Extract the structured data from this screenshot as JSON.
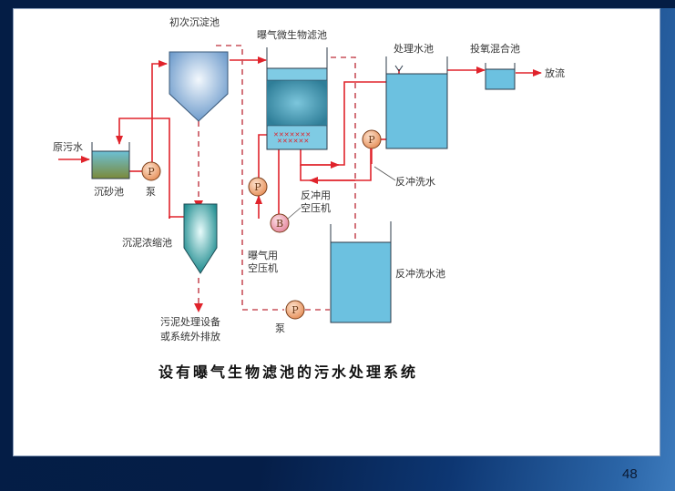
{
  "slide": {
    "page_number": "48",
    "caption": "设有曝气生物滤池的污水处理系统"
  },
  "labels": {
    "raw_sewage": "原污水",
    "grit_chamber": "沉砂池",
    "pump": "泵",
    "primary_settling": "初次沉淀池",
    "baf": "曝气微生物滤池",
    "treated_tank": "处理水池",
    "oxygen_mixing": "投氧混合池",
    "discharge": "放流",
    "backwash_water": "反冲洗水",
    "backwash_compressor_l1": "反冲用",
    "backwash_compressor_l2": "空压机",
    "aeration_compressor_l1": "曝气用",
    "aeration_compressor_l2": "空压机",
    "sludge_thickener": "沉泥浓缩池",
    "backwash_tank": "反冲洗水池",
    "sludge_out_l1": "污泥处理设备",
    "sludge_out_l2": "或系统外排放",
    "bottom_pump": "泵"
  },
  "symbols": {
    "pump": "P",
    "blower": "B"
  },
  "colors": {
    "flow_line": "#e0232b",
    "dashed_line": "#c8505a",
    "tank_water": "#6cc1e0",
    "pump_fill": "#f4b48a",
    "blower_fill": "#f2a6b4",
    "background_dark": "#041d45"
  }
}
